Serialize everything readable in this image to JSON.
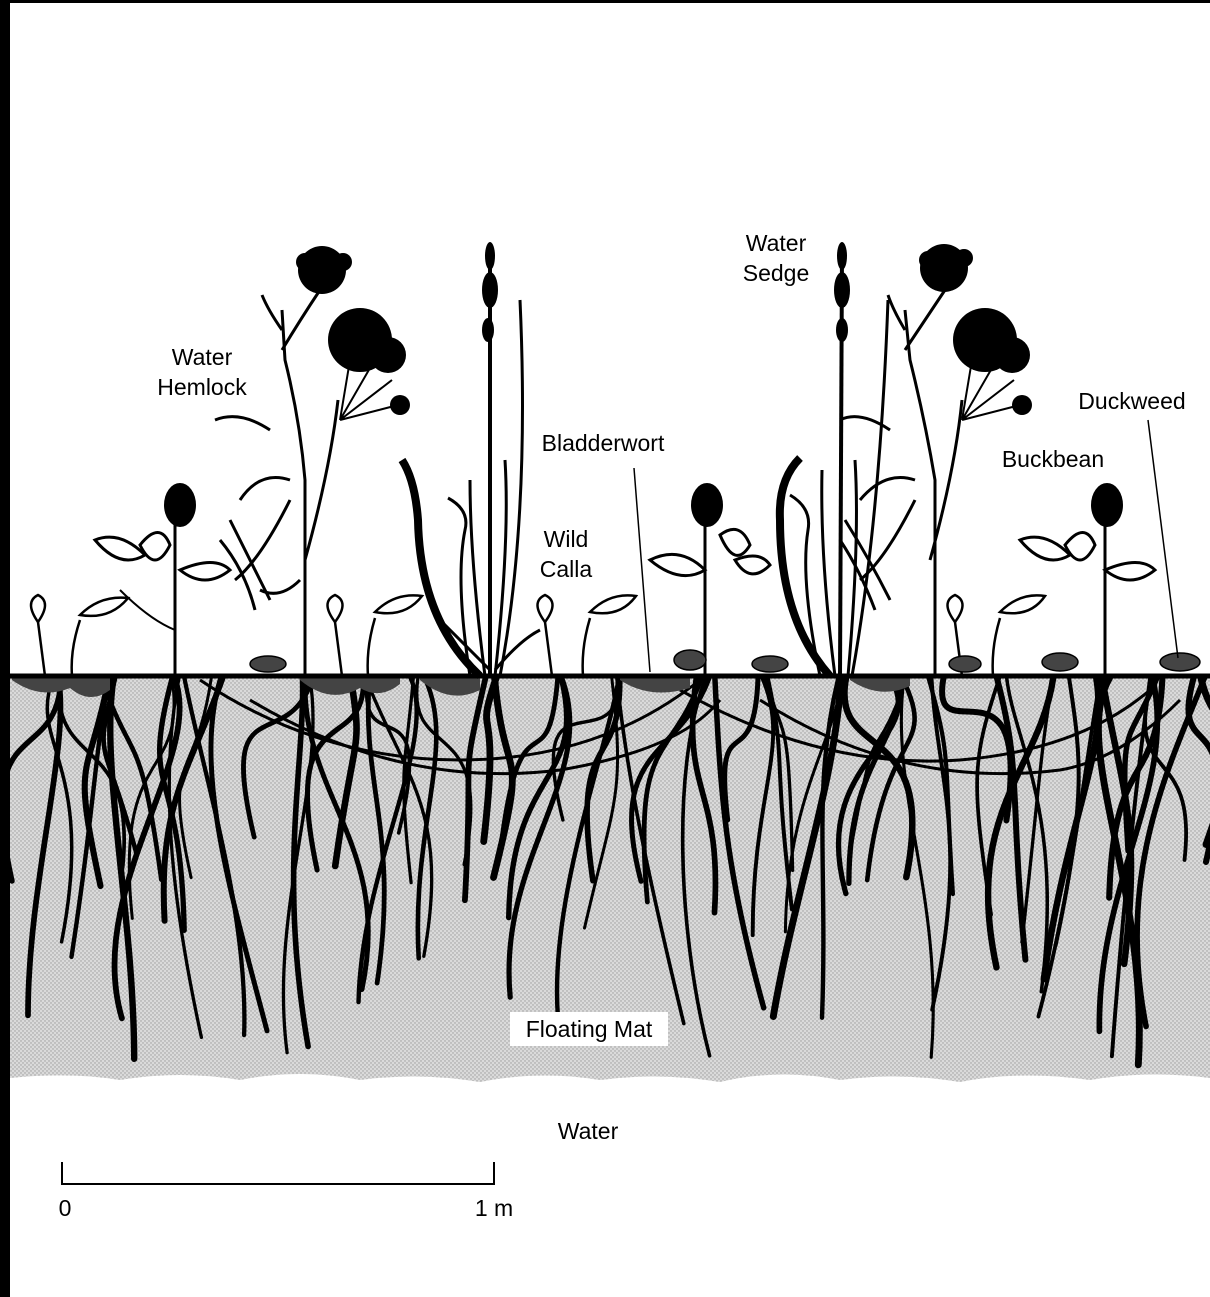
{
  "labels": {
    "water_hemlock": [
      "Water",
      "Hemlock"
    ],
    "water_sedge": [
      "Water",
      "Sedge"
    ],
    "duckweed": "Duckweed",
    "bladderwort": "Bladderwort",
    "buckbean": "Buckbean",
    "wild_calla": [
      "Wild",
      "Calla"
    ],
    "floating_mat": "Floating Mat",
    "water": "Water"
  },
  "scale_bar": {
    "start_label": "0",
    "end_label": "1 m"
  },
  "colors": {
    "ink": "#000000",
    "mat_fill": "#d2d2d2",
    "paper": "#ffffff"
  }
}
